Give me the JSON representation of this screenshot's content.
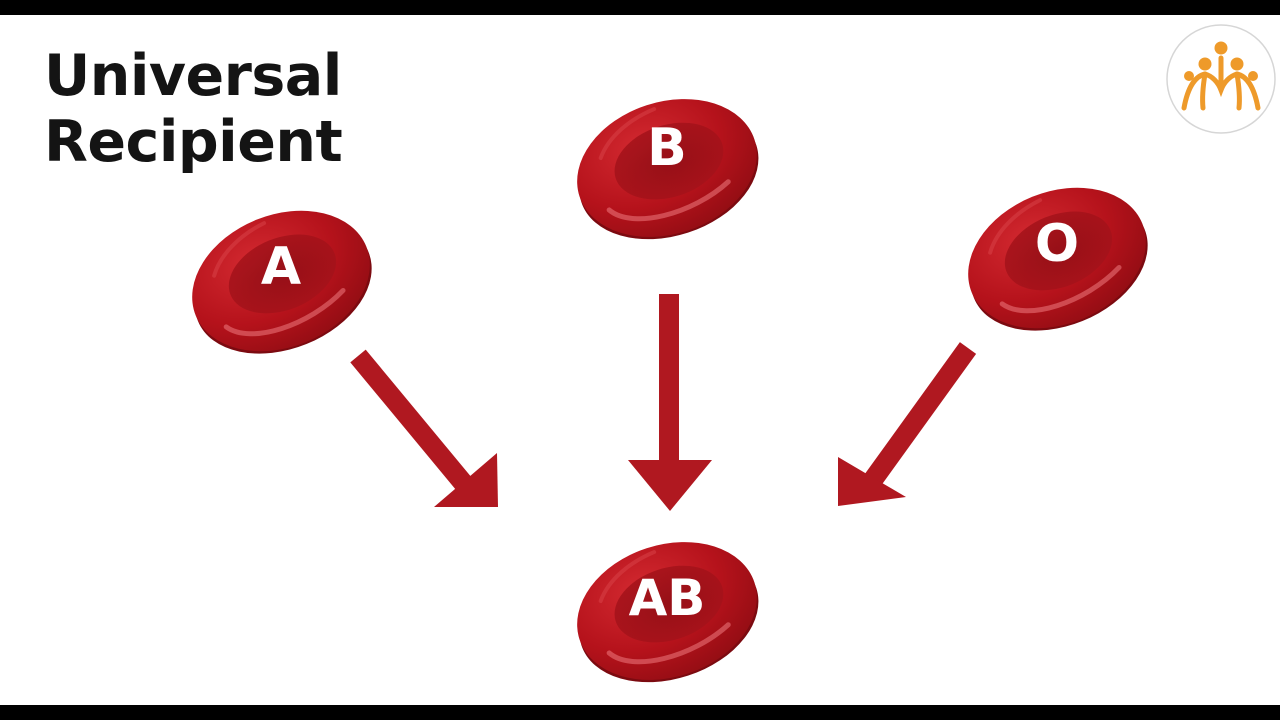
{
  "title": {
    "line1": "Universal",
    "line2": "Recipient"
  },
  "cells": {
    "a": "A",
    "b": "B",
    "o": "O",
    "ab": "AB"
  },
  "arrows": [
    {
      "from": "A",
      "to": "AB"
    },
    {
      "from": "B",
      "to": "AB"
    },
    {
      "from": "O",
      "to": "AB"
    }
  ],
  "colors": {
    "cell": "#b5121b",
    "cell_dark": "#7c0a10",
    "arrow": "#b01820",
    "logo_orange": "#ee9a2a",
    "title": "#141414",
    "background": "#ffffff",
    "frame": "#000000"
  },
  "icons": {
    "logo": "people-tree-logo-icon"
  }
}
